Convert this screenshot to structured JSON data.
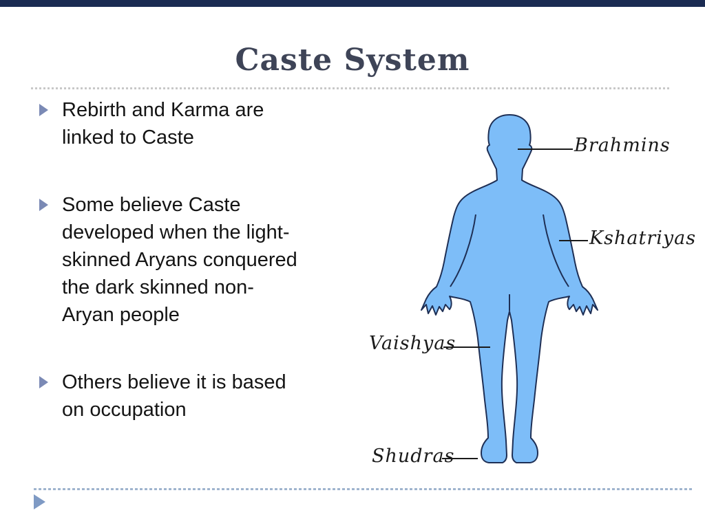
{
  "slide": {
    "title": "Caste System",
    "bullets": [
      {
        "text": "Rebirth and Karma are linked to Caste",
        "lines": [
          "Rebirth and Karma are",
          "linked to Caste"
        ]
      },
      {
        "text": "Some believe Caste developed when the light-skinned Aryans conquered the dark skinned non-Aryan people",
        "lines": [
          "Some believe Caste",
          "developed when the light-",
          "skinned Aryans conquered",
          "the dark skinned non-",
          "Aryan people"
        ]
      },
      {
        "text": "Others believe it is based on occupation",
        "lines": [
          "Others believe it is based",
          "on occupation"
        ]
      }
    ],
    "diagram": {
      "description": "human body silhouette with caste labels",
      "labels": [
        {
          "name": "Brahmins",
          "points_to": "head"
        },
        {
          "name": "Kshatriyas",
          "points_to": "arms"
        },
        {
          "name": "Vaishyas",
          "points_to": "thighs"
        },
        {
          "name": "Shudras",
          "points_to": "feet"
        }
      ]
    },
    "colors": {
      "top_bar": "#1a2b52",
      "title_text": "#3e4457",
      "body_text": "#141414",
      "bullet_glyph": "#7b8ab5",
      "silhouette_fill": "#7dbdf8",
      "silhouette_outline": "#1e2f55",
      "rule_top": "#c8c8c8",
      "rule_bottom": "#9fb4ce",
      "nav_arrow": "#7f9ac4"
    }
  }
}
